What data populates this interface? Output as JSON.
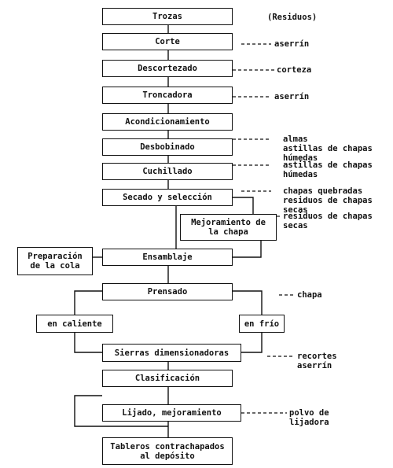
{
  "header": {
    "residuos": "(Residuos)"
  },
  "steps": {
    "trozas": "Trozas",
    "corte": "Corte",
    "descortezado": "Descortezado",
    "troncadora": "Troncadora",
    "acondicionamiento": "Acondicionamiento",
    "desbobinado": "Desbobinado",
    "cuchillado": "Cuchillado",
    "secado": "Secado y selección",
    "mejoramiento": "Mejoramiento de\nla chapa",
    "preparacion": "Preparación\nde la cola",
    "ensamblaje": "Ensamblaje",
    "prensado": "Prensado",
    "caliente": "en caliente",
    "frio": "en frío",
    "sierras": "Sierras dimensionadoras",
    "clasificacion": "Clasificación",
    "lijado": "Lijado, mejoramiento",
    "tableros": "Tableros contrachapados\nal depósito"
  },
  "residues": {
    "corte": "aserrín",
    "descortezado": "corteza",
    "troncadora": "aserrín",
    "desbobinado": "almas\nastillas de chapas\nhúmedas",
    "cuchillado": "astillas de chapas\nhúmedas",
    "secado": "chapas quebradas\nresiduos de chapas\nsecas",
    "mejoramiento": "residuos de chapas\nsecas",
    "prensado": "chapa",
    "sierras": "recortes\naserrín",
    "lijado": "polvo de\nlijadora"
  }
}
